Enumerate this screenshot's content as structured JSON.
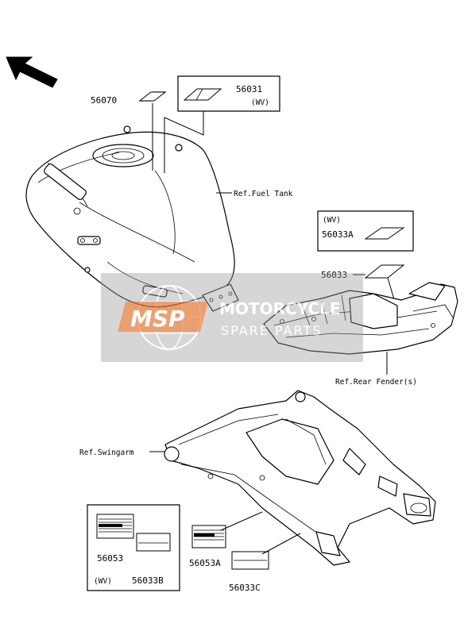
{
  "parts": {
    "p56070": "56070",
    "p56031": "56031",
    "p56031_note": "(WV)",
    "p56033A_note": "(WV)",
    "p56033A": "56033A",
    "p56033": "56033",
    "p56053": "56053",
    "p56053A": "56053A",
    "p56033B": "56033B",
    "p56033C": "56033C",
    "p56053_note": "(WV)"
  },
  "refs": {
    "fuel_tank": "Ref.Fuel Tank",
    "rear_fender": "Ref.Rear Fender(s)",
    "swingarm": "Ref.Swingarm"
  },
  "watermark": {
    "logo": "MSP",
    "line1": "MOTORCYCLE",
    "line2": "SPARE PARTS",
    "accent": "#e8742a",
    "band": "#9a9a9a"
  },
  "icons": {
    "direction": "arrow-up-left-icon"
  }
}
